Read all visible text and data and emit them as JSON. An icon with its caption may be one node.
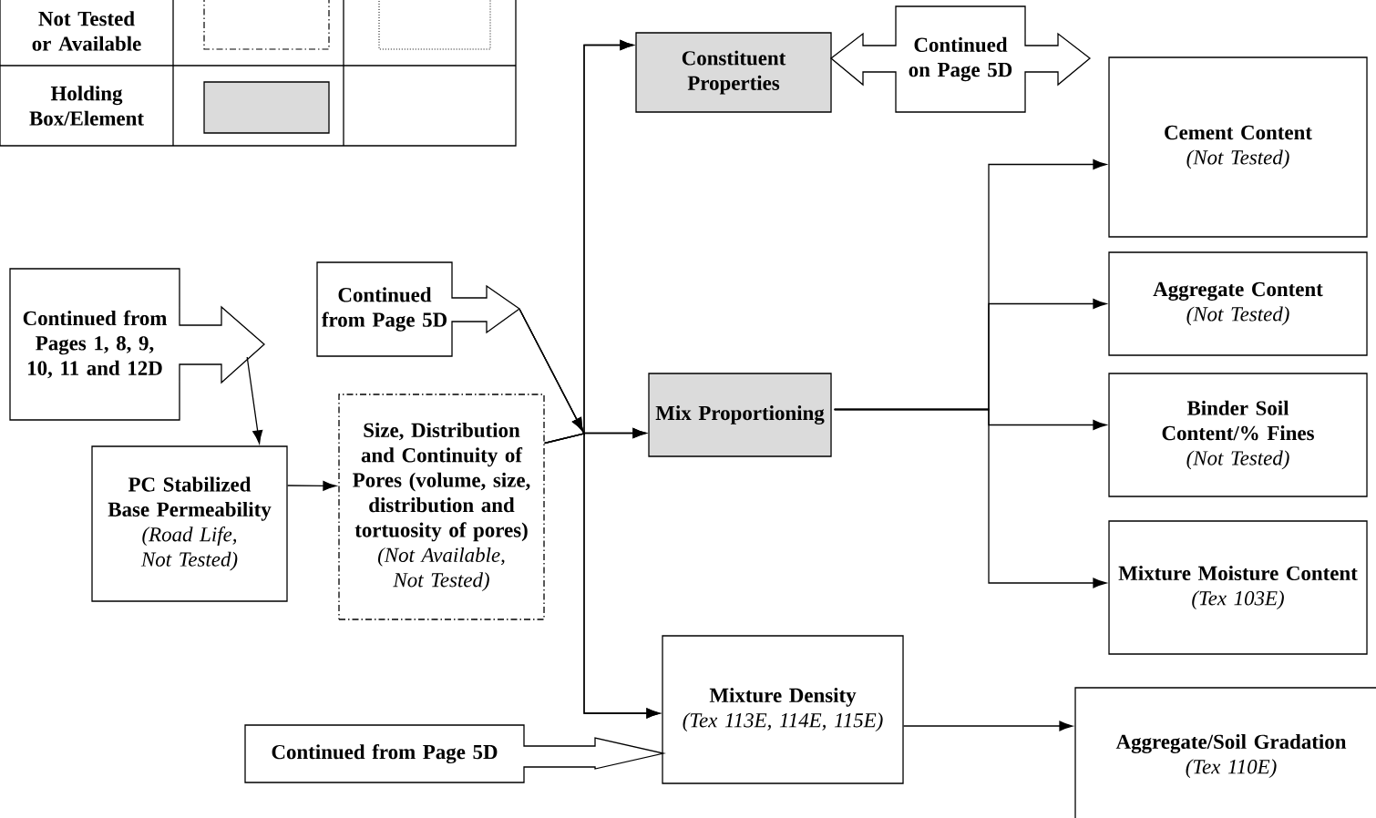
{
  "diagram": {
    "nodes": [
      {
        "text": [
          "Continued from Pages 1, 8, 9, 10, 11 and 12D"
        ]
      },
      {
        "text": [
          "Continued from Page 5D"
        ]
      },
      {
        "text": [
          "PC Stabilized Base Permeability",
          "(Road Life, Not Tested)"
        ]
      },
      {
        "text": [
          "Size, Distribution and Continuity of Pores (volume, size, distribution and tortuosity of pores)",
          "(Not Available, Not Tested)"
        ]
      },
      {
        "text": [
          "Constituent Properties"
        ]
      },
      {
        "text": [
          "Continued on Page 5D"
        ]
      },
      {
        "text": [
          "Mix Proportioning"
        ]
      },
      {
        "text": [
          "Cement Content",
          "(Not Tested)"
        ]
      },
      {
        "text": [
          "Aggregate Content",
          "(Not Tested)"
        ]
      },
      {
        "text": [
          "Binder Soil Content/% Fines",
          "(Not Tested)"
        ]
      },
      {
        "text": [
          "Mixture Moisture Content",
          "(Tex 103E)"
        ]
      },
      {
        "text": [
          "Mixture Density",
          "(Tex 113E, 114E, 115E)"
        ]
      },
      {
        "text": [
          "Continued from Page 5D"
        ]
      },
      {
        "text": [
          "Aggregate/Soil Gradation",
          "(Tex 110E)"
        ]
      }
    ],
    "edges": [
      {
        "from": 0,
        "to": 2,
        "arrow": "to"
      },
      {
        "from": 2,
        "to": 3,
        "arrow": "to"
      },
      {
        "from": 1,
        "to": 4,
        "arrow": "to"
      },
      {
        "from": 1,
        "to": 6,
        "arrow": "to"
      },
      {
        "from": 1,
        "to": 11,
        "arrow": "to"
      },
      {
        "from": 3,
        "to": 4,
        "arrow": "to"
      },
      {
        "from": 3,
        "to": 6,
        "arrow": "to"
      },
      {
        "from": 3,
        "to": 11,
        "arrow": "to"
      },
      {
        "from": 6,
        "to": 7,
        "arrow": "to"
      },
      {
        "from": 6,
        "to": 8,
        "arrow": "to"
      },
      {
        "from": 6,
        "to": 9,
        "arrow": "to"
      },
      {
        "from": 6,
        "to": 10,
        "arrow": "to"
      },
      {
        "from": 11,
        "to": 13,
        "arrow": "to"
      }
    ],
    "legend": [
      {
        "text": "Not Tested or Available"
      },
      {
        "text": "Holding Box/Element"
      }
    ]
  }
}
